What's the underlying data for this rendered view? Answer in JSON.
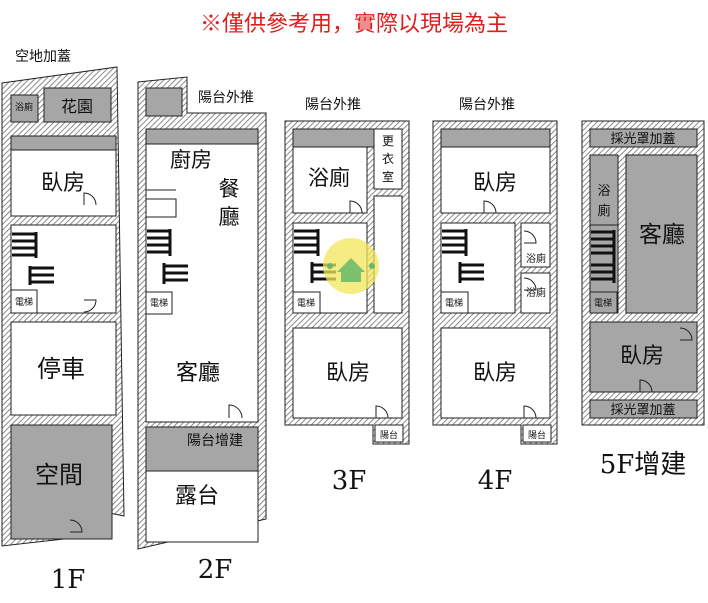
{
  "header": {
    "notice": "※僅供參考用，實際以現場為主"
  },
  "colors": {
    "notice": "#e01c1c",
    "hatch": "#6e6e6e",
    "gray_fill": "#a6a6a6",
    "stair": "#111111",
    "logo": "#f1e75a",
    "logo_inner": "#67b86c"
  },
  "floors": [
    {
      "id": "1F",
      "label": "1F",
      "annotations": [
        "空地加蓋"
      ],
      "rooms": [
        "浴廁",
        "花園",
        "臥房",
        "停車",
        "空間"
      ],
      "fixtures": [
        "電梯"
      ]
    },
    {
      "id": "2F",
      "label": "2F",
      "annotations": [
        "陽台外推",
        "陽台增建"
      ],
      "rooms": [
        "廚房",
        "餐",
        "廳",
        "客廳",
        "露台"
      ],
      "fixtures": [
        "電梯"
      ]
    },
    {
      "id": "3F",
      "label": "3F",
      "annotations": [
        "陽台外推"
      ],
      "rooms": [
        "浴廁",
        "更",
        "衣",
        "室",
        "臥房",
        "陽台"
      ],
      "fixtures": [
        "電梯"
      ]
    },
    {
      "id": "4F",
      "label": "4F",
      "annotations": [
        "陽台外推"
      ],
      "rooms": [
        "臥房",
        "浴廁",
        "浴廁",
        "臥房",
        "陽台"
      ],
      "fixtures": [
        "電梯"
      ]
    },
    {
      "id": "5F",
      "label": "5F增建",
      "annotations": [
        "採光罩加蓋",
        "採光罩加蓋"
      ],
      "rooms": [
        "浴",
        "廁",
        "客廳",
        "臥房"
      ],
      "fixtures": [
        "電梯"
      ]
    }
  ]
}
